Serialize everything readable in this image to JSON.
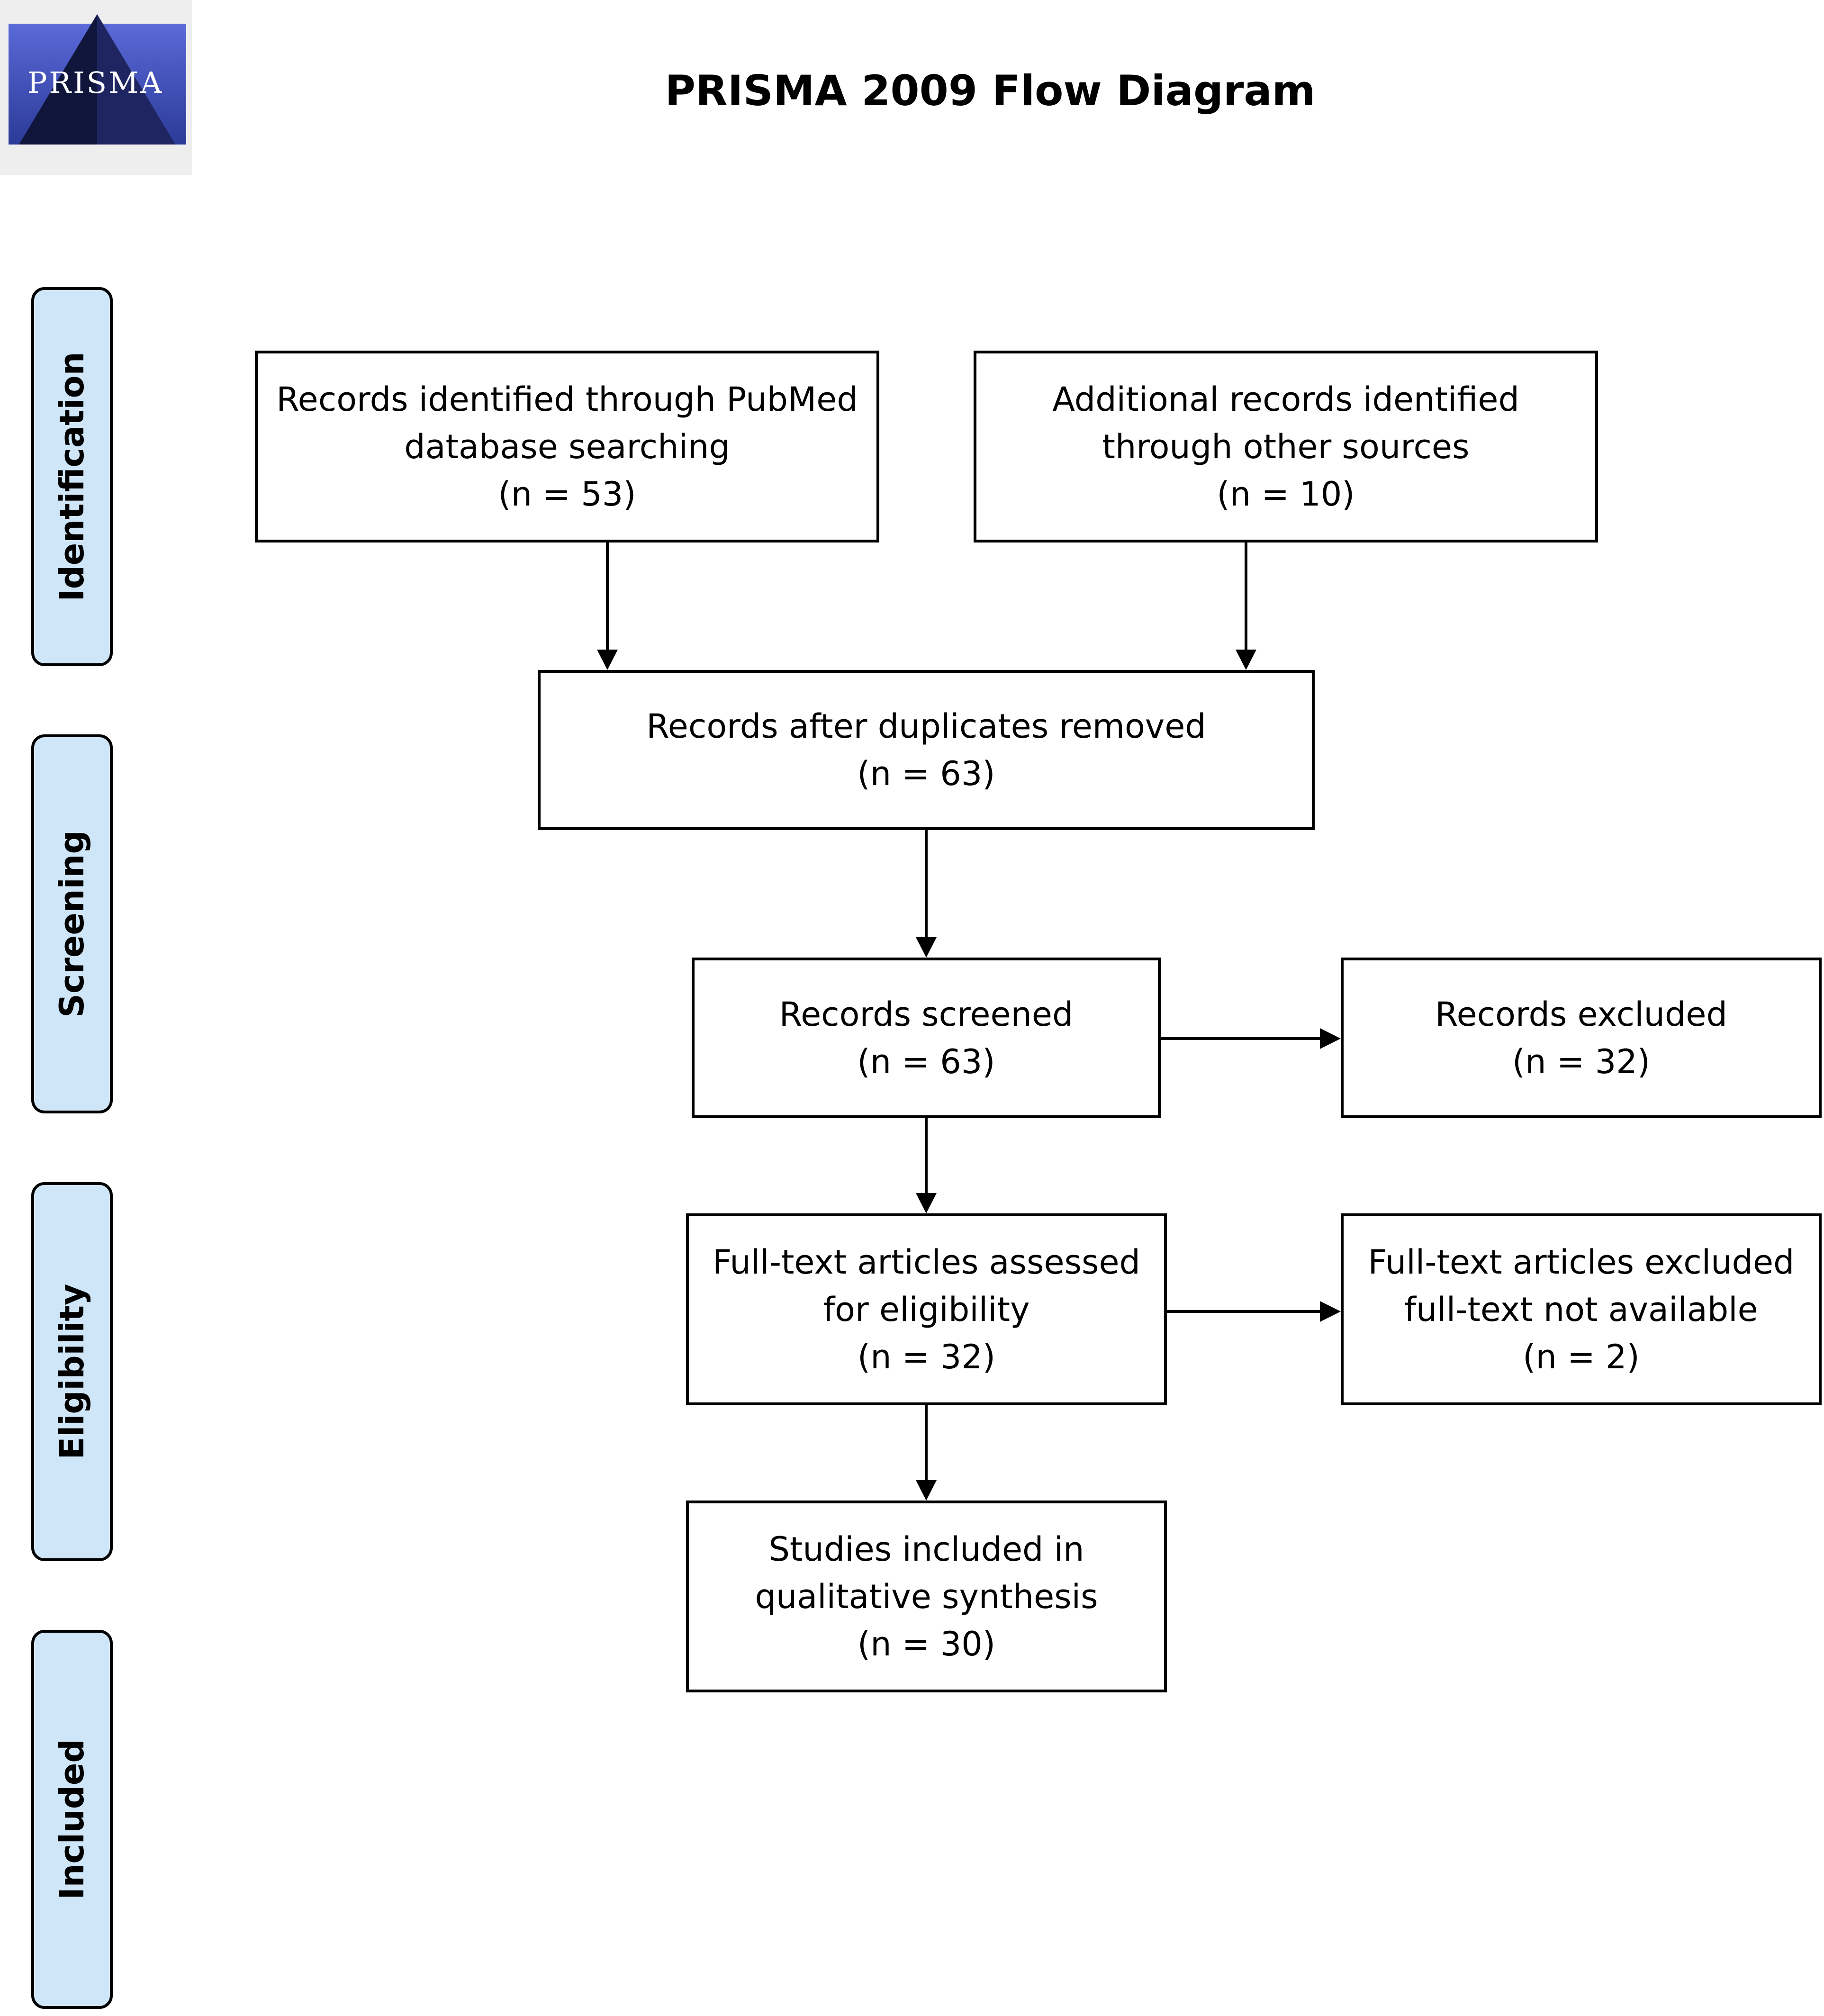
{
  "logo": {
    "text": "PRISMA"
  },
  "title": "PRISMA 2009 Flow Diagram",
  "stages": {
    "identification": "Identification",
    "screening": "Screening",
    "eligibility": "Eligibility",
    "included": "Included"
  },
  "boxes": {
    "pubmed": {
      "line1": "Records identified through PubMed",
      "line2": "database searching",
      "count": "(n =  53)"
    },
    "other": {
      "line1": "Additional records identified",
      "line2": "through other sources",
      "count": "(n =  10)"
    },
    "dedup": {
      "line1": "Records after duplicates removed",
      "count": "(n = 63)"
    },
    "screened": {
      "line1": "Records screened",
      "count": "(n = 63)"
    },
    "excluded": {
      "line1": "Records excluded",
      "count": "(n = 32)"
    },
    "fulltext": {
      "line1": "Full-text articles assessed",
      "line2": "for eligibility",
      "count": "(n = 32)"
    },
    "fulltext_excluded": {
      "line1": "Full-text articles excluded",
      "line2": "full-text not available",
      "count": "(n = 2)"
    },
    "included": {
      "line1": "Studies included in",
      "line2": "qualitative synthesis",
      "count": "(n = 30)"
    }
  },
  "colors": {
    "stage_fill": "#cfe6f8",
    "logo_blue": "#3b4aa8",
    "logo_dark": "#0f1438"
  }
}
